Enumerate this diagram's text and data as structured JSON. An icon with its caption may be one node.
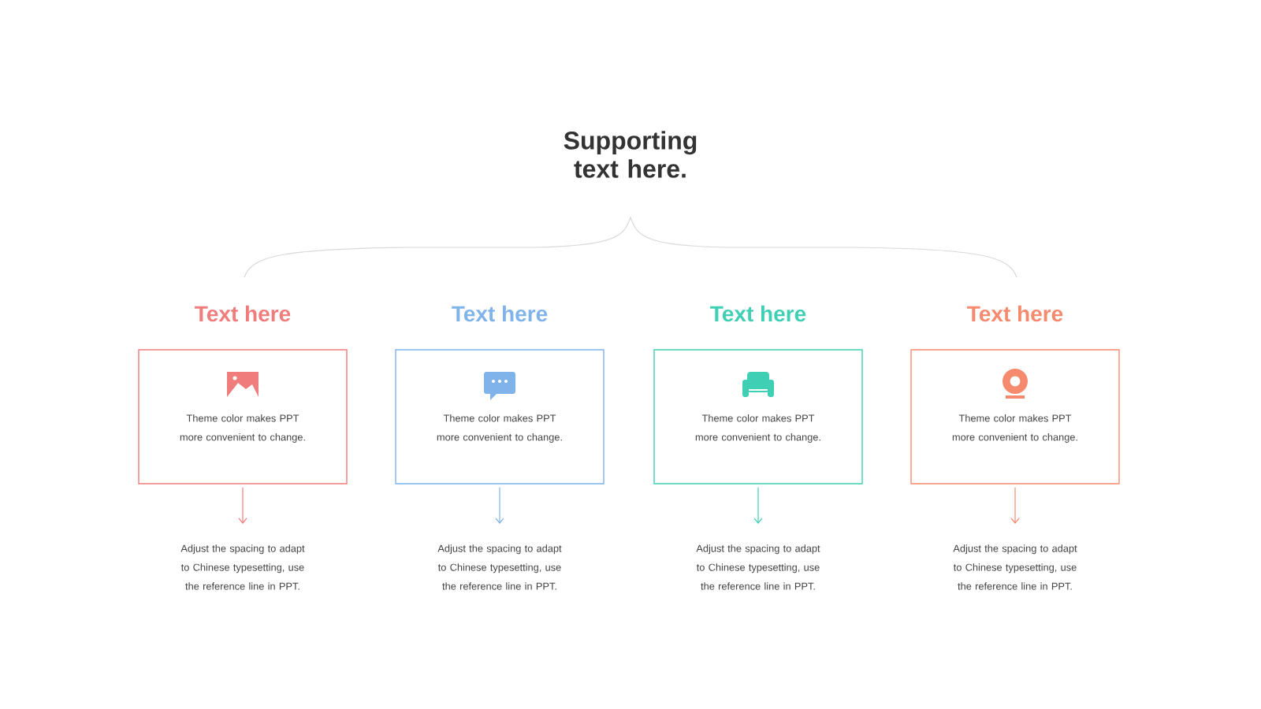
{
  "diagram": {
    "title": "Supporting text here.",
    "nodes": [
      {
        "text": [
          "Text here",
          "Theme color makes PPT more convenient to change."
        ]
      },
      {
        "text": [
          "Text here",
          "Theme color makes PPT more convenient to change."
        ]
      },
      {
        "text": [
          "Text here",
          "Theme color makes PPT more convenient to change."
        ]
      },
      {
        "text": [
          "Text here",
          "Theme color makes PPT more convenient to change."
        ]
      },
      {
        "text": [
          "Adjust the spacing to adapt to Chinese typesetting, use the reference line in PPT."
        ]
      },
      {
        "text": [
          "Adjust the spacing to adapt to Chinese typesetting, use the reference line in PPT."
        ]
      },
      {
        "text": [
          "Adjust the spacing to adapt to Chinese typesetting, use the reference line in PPT."
        ]
      },
      {
        "text": [
          "Adjust the spacing to adapt to Chinese typesetting, use the reference line in PPT."
        ]
      }
    ],
    "edges": [
      {
        "from": 0,
        "to": 4,
        "arrow": "to",
        "color": "#f07c7c"
      },
      {
        "from": 1,
        "to": 5,
        "arrow": "to",
        "color": "#7fb3ea"
      },
      {
        "from": 2,
        "to": 6,
        "arrow": "to",
        "color": "#3fcfb4"
      },
      {
        "from": 3,
        "to": 7,
        "arrow": "to",
        "color": "#f58a6e"
      }
    ]
  }
}
